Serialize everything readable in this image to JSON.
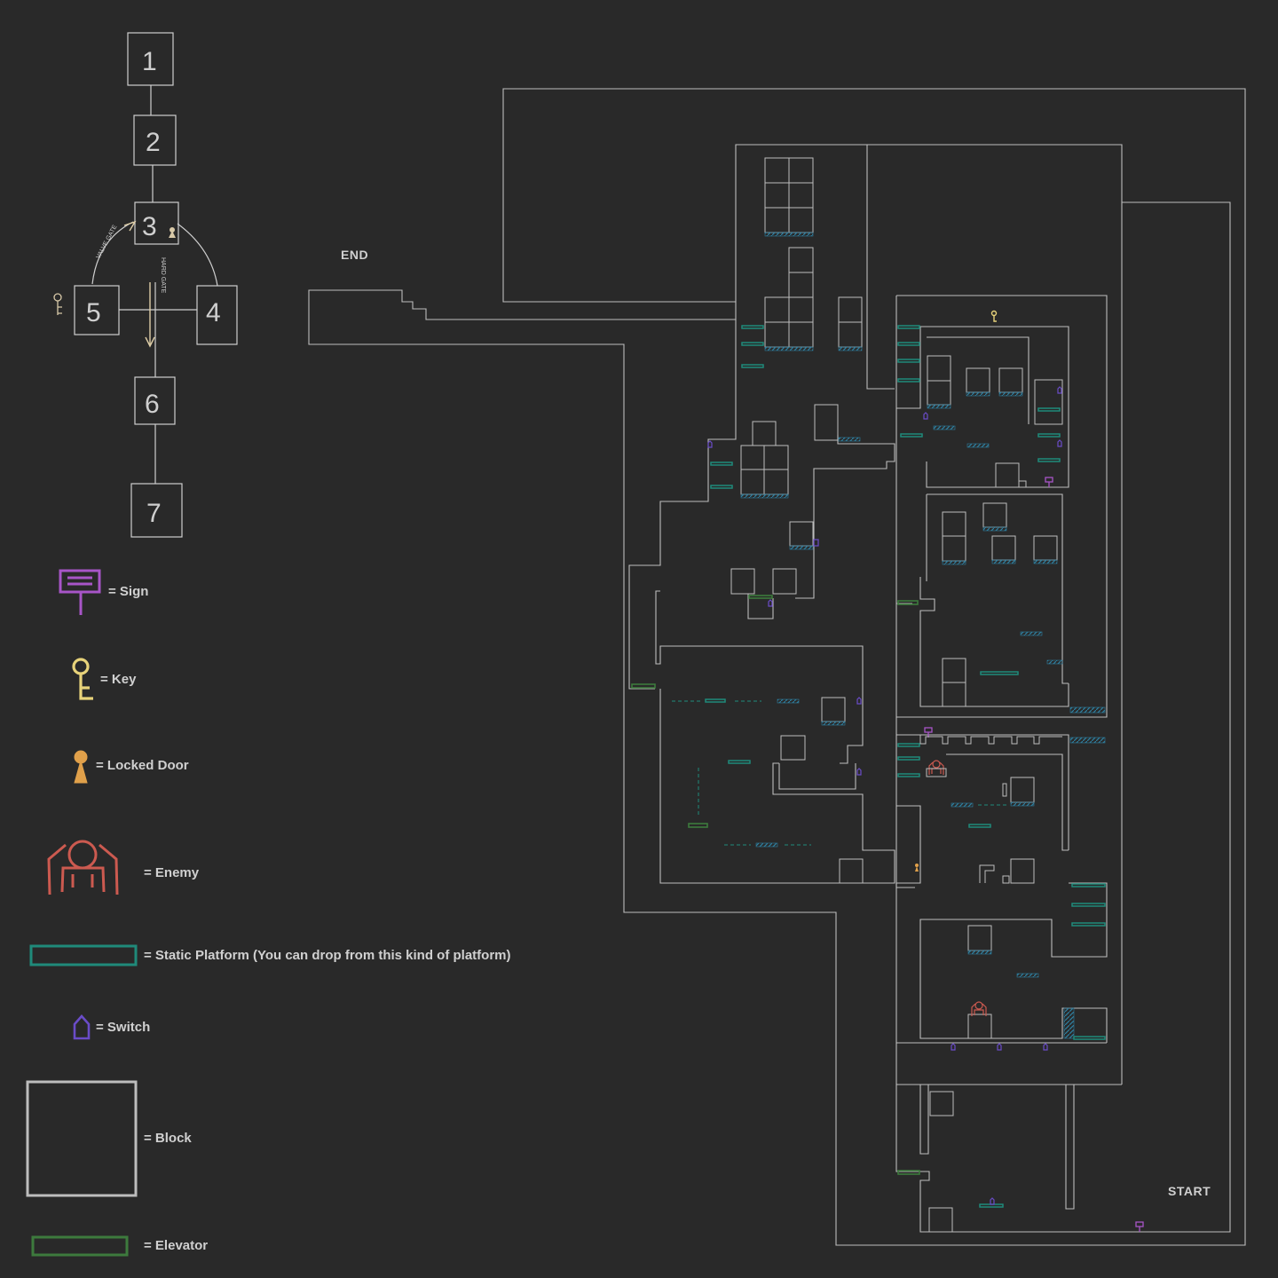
{
  "flow": {
    "nodes": [
      "1",
      "2",
      "3",
      "4",
      "5",
      "6",
      "7"
    ],
    "edge_labels": {
      "valve": "VALVE GATE",
      "hard": "HARD GATE"
    }
  },
  "legend": {
    "sign": "= Sign",
    "key": "= Key",
    "locked_door": "= Locked Door",
    "enemy": "= Enemy",
    "static_platform": "= Static Platform (You can drop from this kind of platform)",
    "switch": "= Switch",
    "block": "= Block",
    "elevator": "= Elevator"
  },
  "map": {
    "end_label": "END",
    "start_label": "START"
  },
  "colors": {
    "background": "#292929",
    "line": "#bdbdbd",
    "sign": "#a855c8",
    "key": "#e8d37a",
    "locked_door": "#e0a04a",
    "enemy": "#cc5a50",
    "static_platform": "#1f8a7a",
    "switch": "#6a4cc8",
    "elevator": "#3d7a3d"
  }
}
